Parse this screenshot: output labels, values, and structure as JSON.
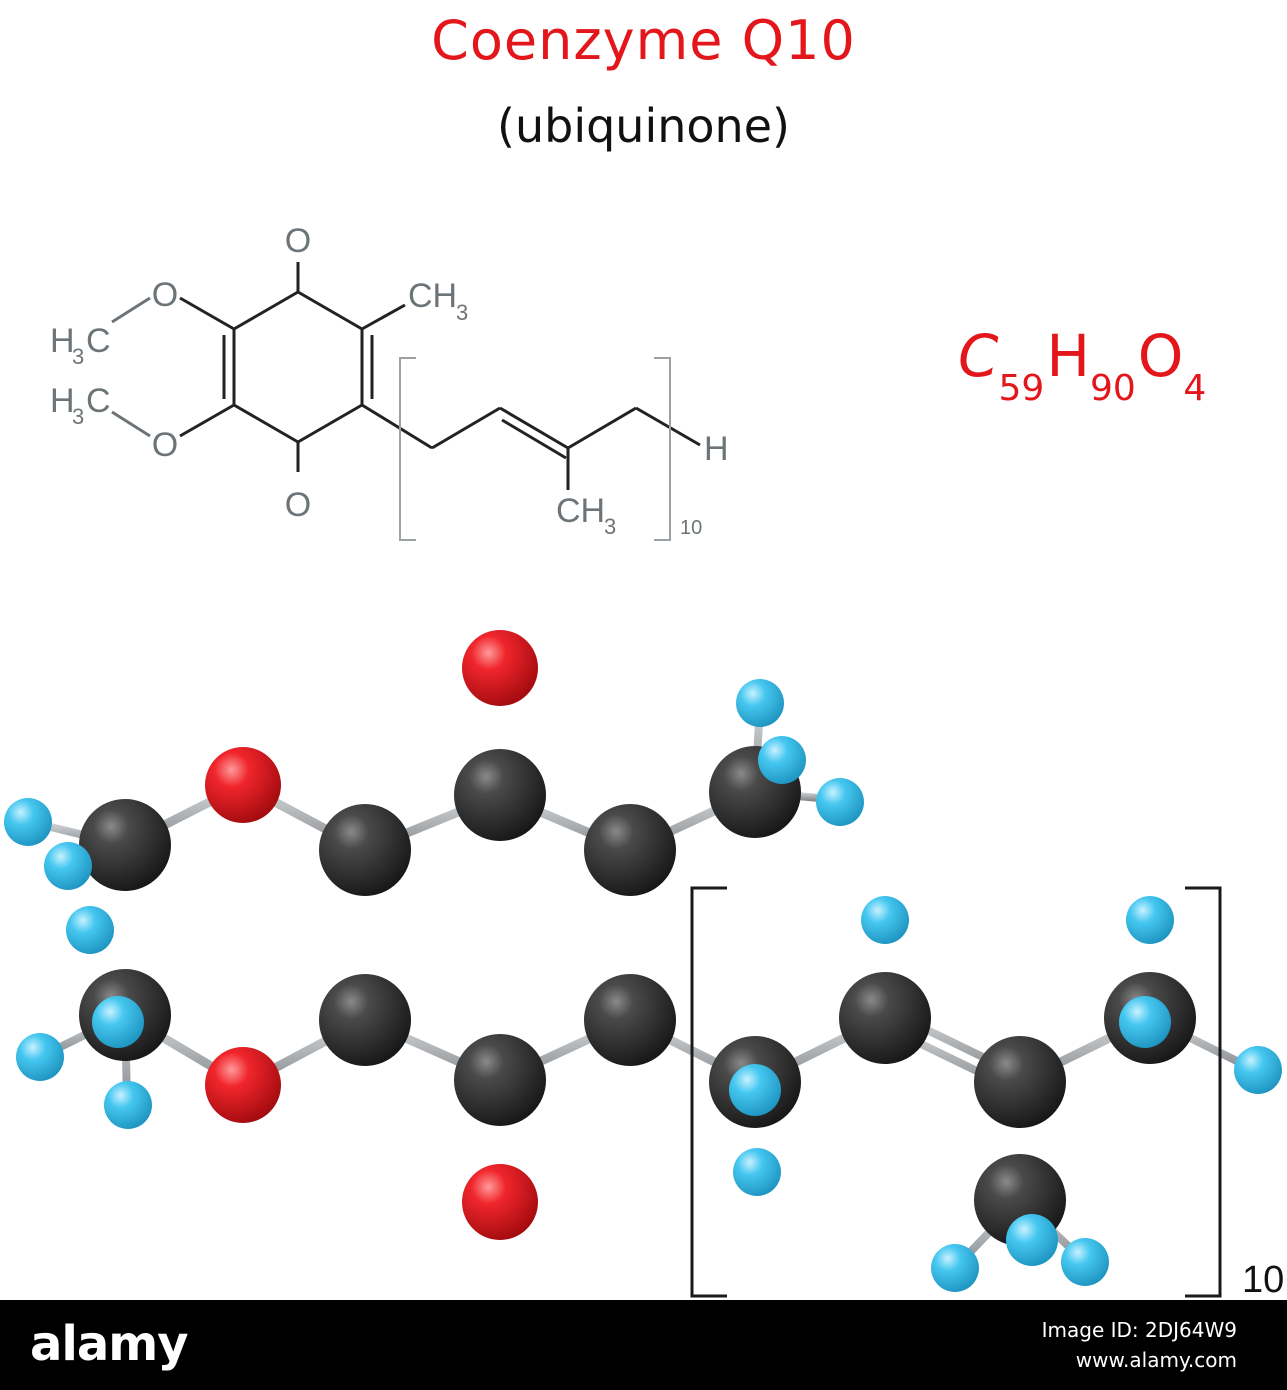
{
  "title": "Coenzyme Q10",
  "subtitle": "(ubiquinone)",
  "formula": {
    "elements": [
      {
        "symbol": "C",
        "count": "59"
      },
      {
        "symbol": "H",
        "count": "90"
      },
      {
        "symbol": "O",
        "count": "4"
      }
    ]
  },
  "structural": {
    "labels": {
      "o_top": "O",
      "o_bottom": "O",
      "o_methoxy_top": "O",
      "o_methoxy_bottom": "O",
      "methyl_label": "CH",
      "methyl_sub": "3",
      "methoxy1_h": "H",
      "methoxy1_sub": "3",
      "methoxy1_c": "C",
      "methoxy2_h": "H",
      "methoxy2_sub": "3",
      "methoxy2_c": "C",
      "chain_methyl_label": "CH",
      "chain_methyl_sub": "3",
      "terminal_h": "H",
      "repeat_count": "10"
    }
  },
  "ball_model": {
    "repeat_count": "10",
    "colors": {
      "carbon": "#2b2b2b",
      "oxygen": "#e8141b",
      "hydrogen": "#38c3ee",
      "bond": "#a9adb0"
    }
  },
  "footer": {
    "logo": "alamy",
    "image_id": "Image ID: 2DJ64W9",
    "url": "www.alamy.com"
  }
}
